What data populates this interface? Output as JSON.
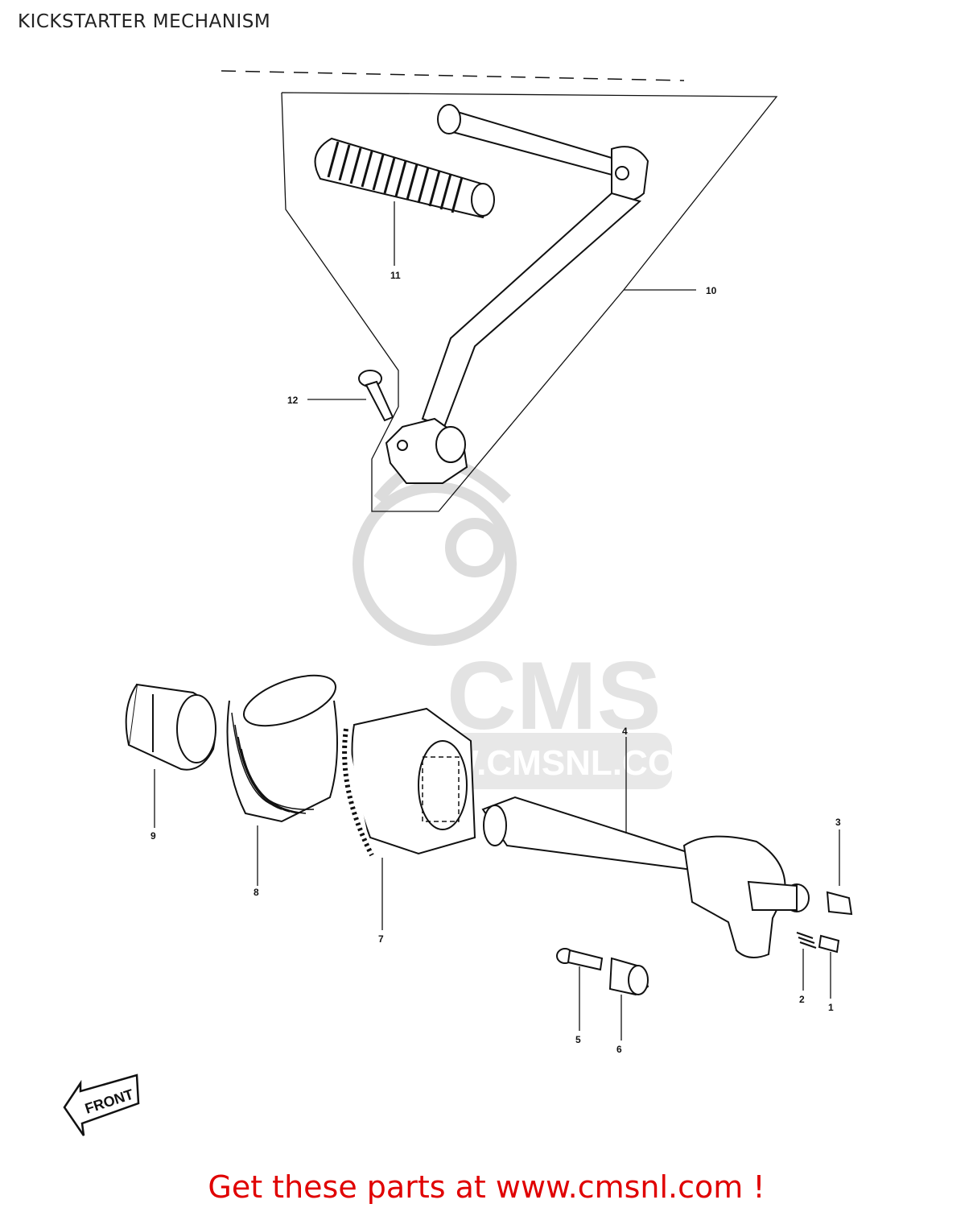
{
  "page": {
    "title": "KICKSTARTER MECHANISM",
    "footer_text": "Get these parts at www.cmsnl.com !"
  },
  "watermark": {
    "brand": "CMS",
    "url": "WWW.CMSNL.COM",
    "color": "#d8d8d8"
  },
  "direction_label": "FRONT",
  "callouts": [
    {
      "id": "1",
      "label": "1"
    },
    {
      "id": "2",
      "label": "2"
    },
    {
      "id": "3",
      "label": "3"
    },
    {
      "id": "4",
      "label": "4"
    },
    {
      "id": "5",
      "label": "5"
    },
    {
      "id": "6",
      "label": "6"
    },
    {
      "id": "7",
      "label": "7"
    },
    {
      "id": "8",
      "label": "8"
    },
    {
      "id": "9",
      "label": "9"
    },
    {
      "id": "10",
      "label": "10"
    },
    {
      "id": "11",
      "label": "11"
    },
    {
      "id": "12",
      "label": "12"
    }
  ],
  "colors": {
    "line": "#111111",
    "footer": "#e00000"
  }
}
